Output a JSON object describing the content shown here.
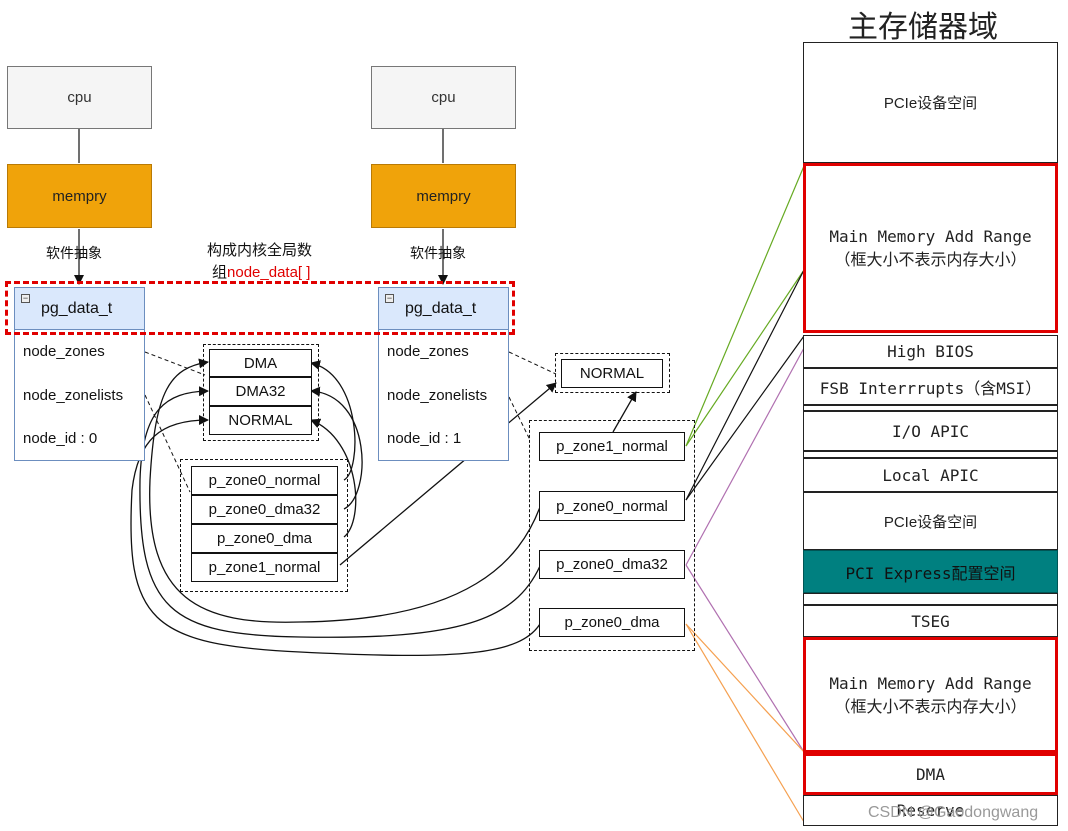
{
  "left": {
    "cpu": "cpu",
    "mempry": "mempry",
    "abstract": "软件抽象",
    "struct_title": "pg_data_t",
    "fields": [
      "node_zones",
      "node_zonelists",
      "node_id : 0"
    ]
  },
  "right": {
    "cpu": "cpu",
    "mempry": "mempry",
    "abstract": "软件抽象",
    "struct_title": "pg_data_t",
    "fields": [
      "node_zones",
      "node_zonelists",
      "node_id : 1"
    ]
  },
  "global_label": {
    "line1": "构成内核全局数",
    "line2a": "组",
    "line2b": "node_data[ ]"
  },
  "zones0": [
    "DMA",
    "DMA32",
    "NORMAL"
  ],
  "zonelist0": [
    "p_zone0_normal",
    "p_zone0_dma32",
    "p_zone0_dma",
    "p_zone1_normal"
  ],
  "zones1": [
    "NORMAL"
  ],
  "zonelist1": [
    "p_zone1_normal",
    "p_zone0_normal",
    "p_zone0_dma32",
    "p_zone0_dma"
  ],
  "memory_title": "主存储器域",
  "memory": [
    "PCIe设备空间",
    "Main Memory Add Range\n（框大小不表示内存大小）",
    "High BIOS",
    "FSB Interrrupts（含MSI）",
    "I/O APIC",
    "Local APIC",
    "PCIe设备空间",
    "PCI Express配置空间",
    "TSEG",
    "Main Memory Add Range\n（框大小不表示内存大小）",
    "DMA",
    "Reserve"
  ],
  "watermark": "CSDN @Gaodongwang",
  "colors": {
    "red": "#e00000",
    "orange": "#f0a30a",
    "blue_fill": "#dae8fc",
    "teal": "#008080",
    "green_line": "#66aa22",
    "purple_line": "#b070b0",
    "orange_line": "#f5a050"
  }
}
